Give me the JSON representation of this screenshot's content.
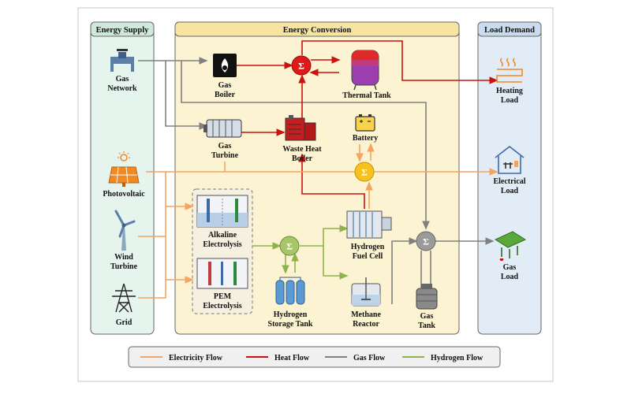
{
  "panels": {
    "supply": "Energy Supply",
    "conversion": "Energy Conversion",
    "demand": "Load Demand"
  },
  "nodes": {
    "gas_network": [
      "Gas",
      "Network"
    ],
    "photovoltaic": [
      "Photovoltaic"
    ],
    "wind_turbine": [
      "Wind",
      "Turbine"
    ],
    "grid": [
      "Grid"
    ],
    "gas_boiler": [
      "Gas",
      "Boiler"
    ],
    "thermal_tank": [
      "Thermal Tank"
    ],
    "gas_turbine": [
      "Gas",
      "Turbine"
    ],
    "waste_heat_boiler": [
      "Waste Heat",
      "Boiler"
    ],
    "battery": [
      "Battery"
    ],
    "alkaline": [
      "Alkaline",
      "Electrolysis"
    ],
    "pem": [
      "PEM",
      "Electrolysis"
    ],
    "hydrogen_fuel_cell": [
      "Hydrogen",
      "Fuel Cell"
    ],
    "hydrogen_storage": [
      "Hydrogen",
      "Storage Tank"
    ],
    "methane_reactor": [
      "Methane",
      "Reactor"
    ],
    "gas_tank": [
      "Gas",
      "Tank"
    ],
    "heating_load": [
      "Heating",
      "Load"
    ],
    "electrical_load": [
      "Electrical",
      "Load"
    ],
    "gas_load": [
      "Gas",
      "Load"
    ]
  },
  "sum_symbol": "Σ",
  "legend": {
    "electricity": "Electricity Flow",
    "heat": "Heat Flow",
    "gas": "Gas Flow",
    "hydrogen": "Hydrogen Flow"
  },
  "colors": {
    "electricity": "#f4a460",
    "heat": "#cc1111",
    "gas": "#808080",
    "hydrogen": "#8db34a",
    "supply_bg": "#e6f4ee",
    "conversion_bg": "#fcf3d2",
    "demand_bg": "#e1ecf6"
  }
}
